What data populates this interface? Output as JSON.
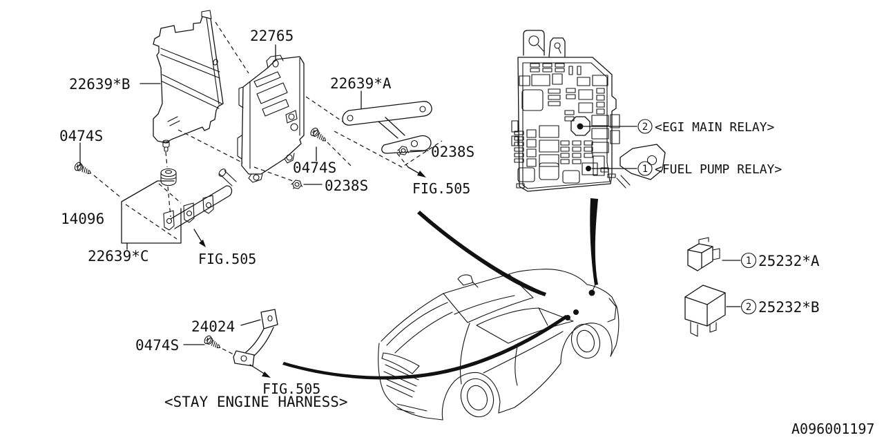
{
  "doc_id": "A096001197",
  "parts": {
    "ecu": "22765",
    "cover_b": "22639*B",
    "bracket_a": "22639*A",
    "bracket_c": "22639*C",
    "air_cleaner": "14096",
    "stay": "24024",
    "screw": "0474S",
    "nut": "0238S"
  },
  "callouts": {
    "egi": {
      "num": "2",
      "label": "<EGI MAIN RELAY>"
    },
    "fuel": {
      "num": "1",
      "label": "<FUEL PUMP RELAY>"
    },
    "relay_a": {
      "num": "1",
      "label": "25232*A"
    },
    "relay_b": {
      "num": "2",
      "label": "25232*B"
    }
  },
  "refs": {
    "fig505": "FIG.505",
    "stay_note": "<STAY ENGINE HARNESS>"
  },
  "colors": {
    "ink": "#111111",
    "paper": "#ffffff"
  }
}
